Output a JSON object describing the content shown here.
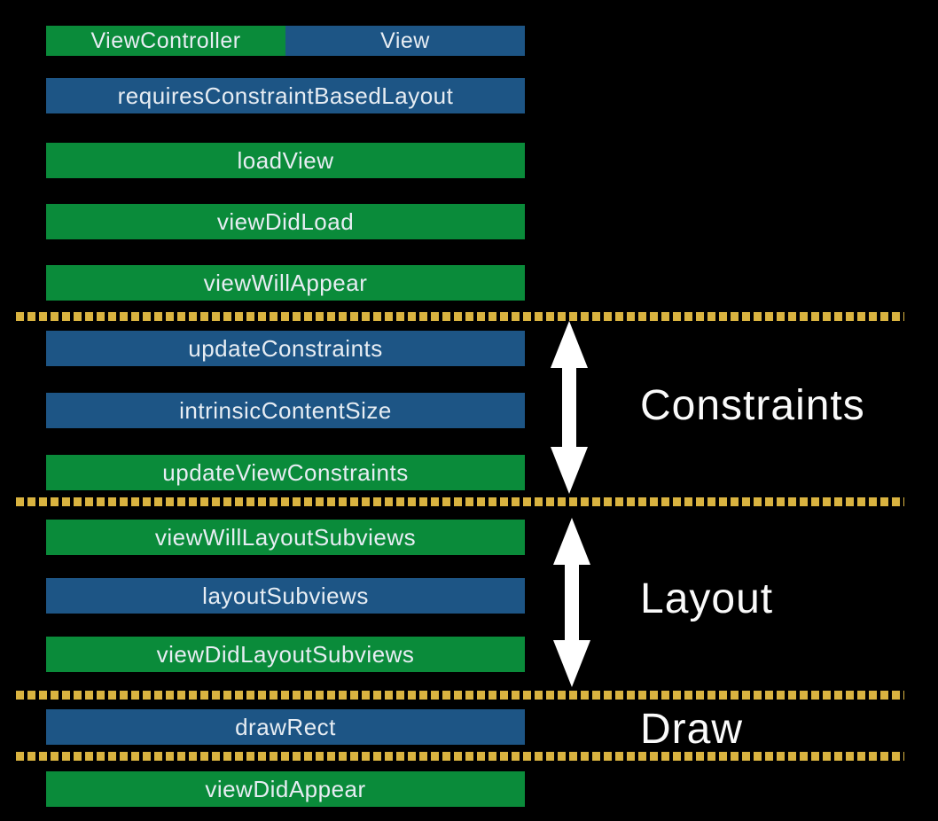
{
  "legend": {
    "viewcontroller_label": "ViewController",
    "view_label": "View"
  },
  "bars": [
    {
      "label": "requiresConstraintBasedLayout",
      "owner": "View"
    },
    {
      "label": "loadView",
      "owner": "ViewController"
    },
    {
      "label": "viewDidLoad",
      "owner": "ViewController"
    },
    {
      "label": "viewWillAppear",
      "owner": "ViewController"
    },
    {
      "label": "updateConstraints",
      "owner": "View"
    },
    {
      "label": "intrinsicContentSize",
      "owner": "View"
    },
    {
      "label": "updateViewConstraints",
      "owner": "ViewController"
    },
    {
      "label": "viewWillLayoutSubviews",
      "owner": "ViewController"
    },
    {
      "label": "layoutSubviews",
      "owner": "View"
    },
    {
      "label": "viewDidLayoutSubviews",
      "owner": "ViewController"
    },
    {
      "label": "drawRect",
      "owner": "View"
    },
    {
      "label": "viewDidAppear",
      "owner": "ViewController"
    }
  ],
  "phases": [
    {
      "label": "Constraints",
      "spans_bars": [
        "updateConstraints",
        "intrinsicContentSize",
        "updateViewConstraints"
      ]
    },
    {
      "label": "Layout",
      "spans_bars": [
        "viewWillLayoutSubviews",
        "layoutSubviews",
        "viewDidLayoutSubviews"
      ]
    },
    {
      "label": "Draw",
      "spans_bars": [
        "drawRect"
      ]
    }
  ],
  "colors": {
    "viewcontroller_green": "#0A8B3A",
    "view_blue": "#1D5585",
    "separator_gold": "#D9B340",
    "background": "#000000",
    "bar_text": "#E7EDF3",
    "phase_text": "#FAFAFA",
    "arrow_white": "#FFFFFF"
  }
}
